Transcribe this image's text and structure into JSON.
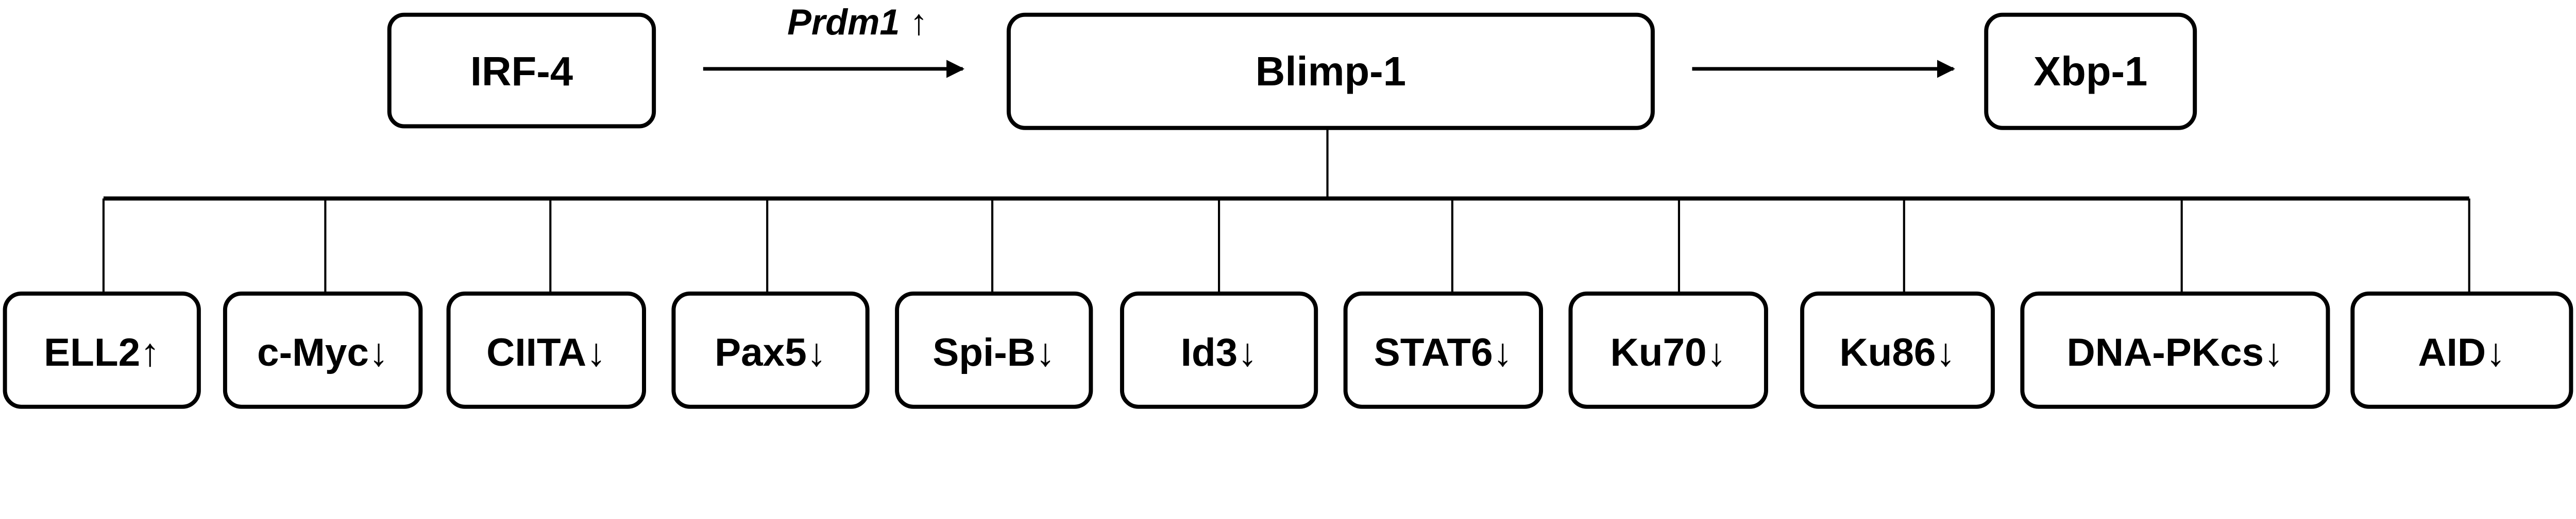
{
  "top": {
    "source": "IRF-4",
    "arrow_label": "Prdm1 ↑",
    "center": "Blimp-1",
    "target": "Xbp-1"
  },
  "targets": [
    {
      "label": "ELL2↑"
    },
    {
      "label": "c-Myc↓"
    },
    {
      "label": "CIITA↓"
    },
    {
      "label": "Pax5↓"
    },
    {
      "label": "Spi-B↓"
    },
    {
      "label": "Id3↓"
    },
    {
      "label": "STAT6↓"
    },
    {
      "label": "Ku70↓"
    },
    {
      "label": "Ku86↓"
    },
    {
      "label": "DNA-PKcs↓"
    },
    {
      "label": "AID↓"
    }
  ],
  "colors": {
    "stroke": "#000000",
    "fill": "#ffffff"
  }
}
